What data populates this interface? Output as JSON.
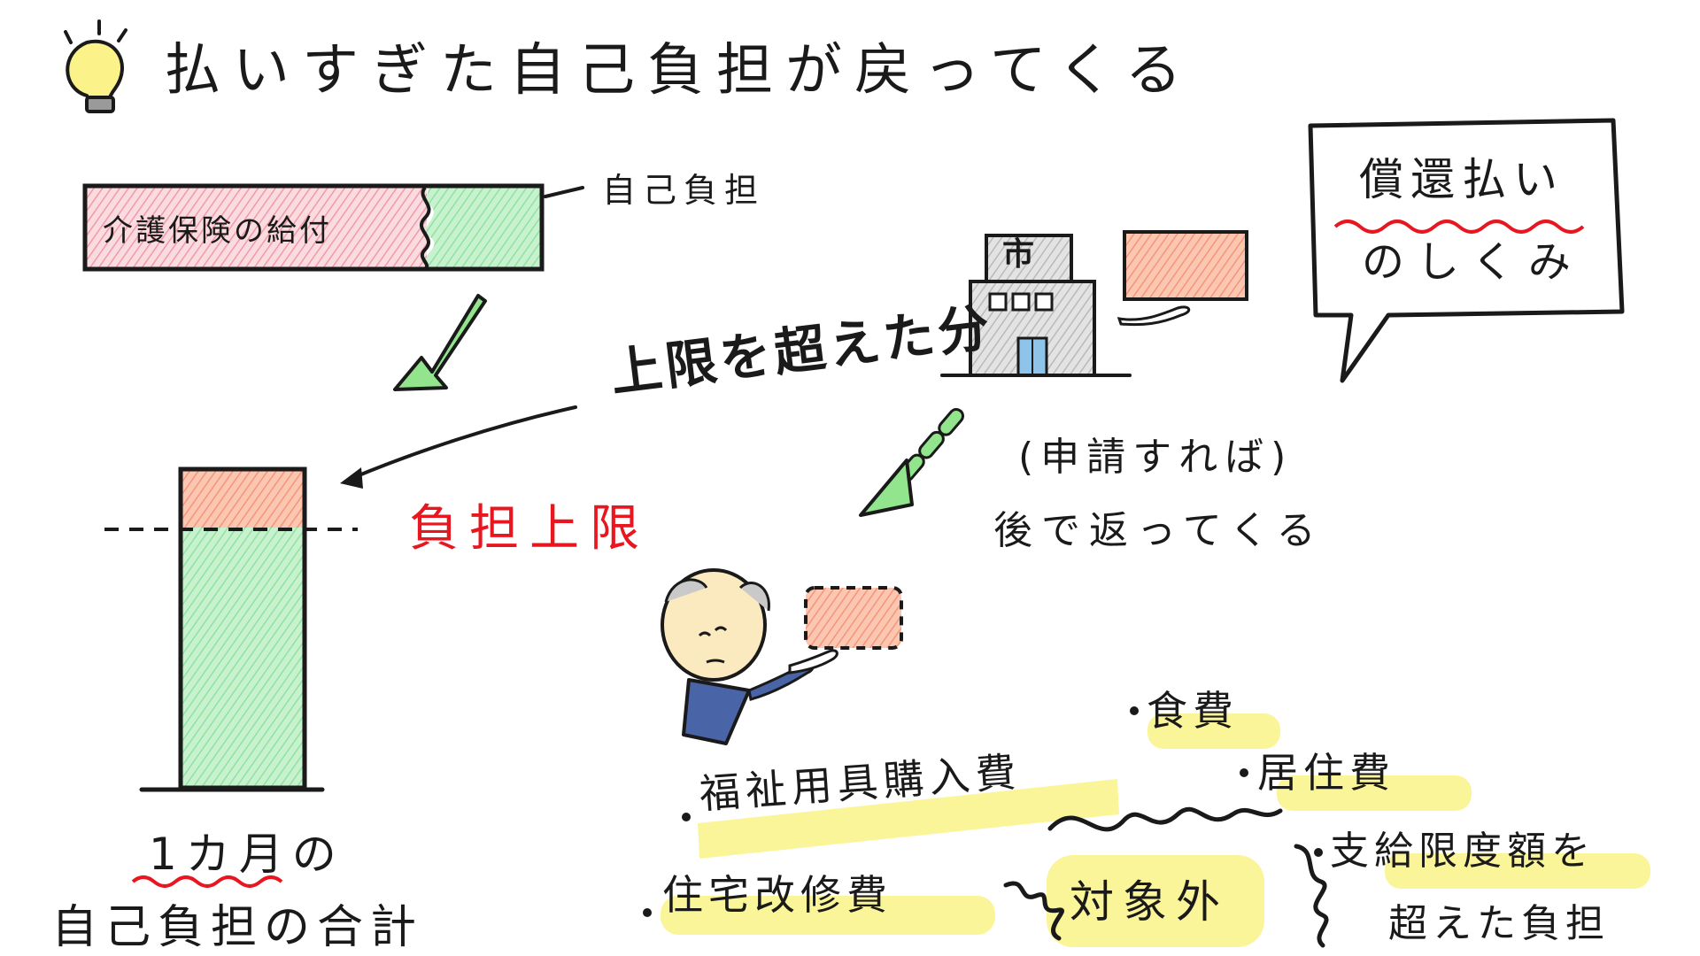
{
  "title": "払いすぎた自己負担が戻ってくる",
  "bar": {
    "benefit_label": "介護保険の給付",
    "self_pay_label": "自己負担"
  },
  "stack": {
    "excess_label": "上限を超えた分",
    "cap_label": "負担上限",
    "caption_line1": "1カ月の",
    "caption_line2": "自己負担の合計"
  },
  "city": {
    "sign": "市"
  },
  "bubble": {
    "line1": "償還払い",
    "line2": "のしくみ"
  },
  "refund_note": {
    "line1": "(申請すれば)",
    "line2": "後で返ってくる"
  },
  "excluded": {
    "items": [
      "食費",
      "居住費",
      "福祉用具購入費",
      "住宅改修費",
      "支給限度額を",
      "超えた負担"
    ],
    "label": "対象外"
  },
  "colors": {
    "benefit_pink": "#f6c2c8",
    "self_pay_green": "#a9eab4",
    "excess_orange": "#f7a98a",
    "cap_red": "#e8161e",
    "highlight_yellow": "#fbf59a",
    "arrow_green": "#6fd46a",
    "wavy_red": "#e8161e"
  }
}
